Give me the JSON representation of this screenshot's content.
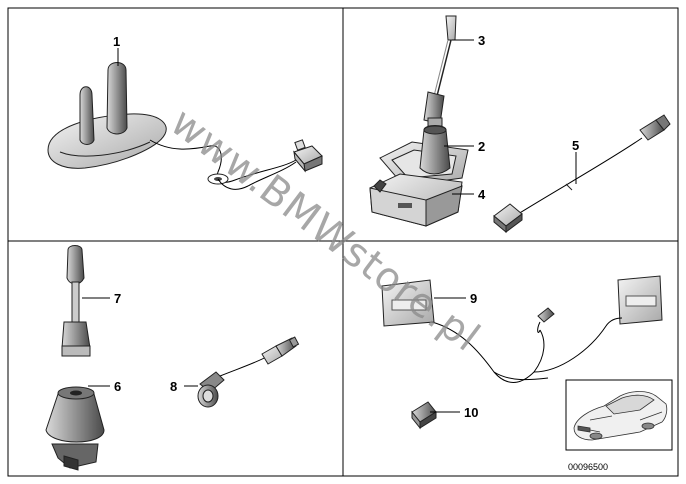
{
  "parts": [
    {
      "id": "part-1",
      "number": "1"
    },
    {
      "id": "part-2",
      "number": "2"
    },
    {
      "id": "part-3",
      "number": "3"
    },
    {
      "id": "part-4",
      "number": "4"
    },
    {
      "id": "part-5",
      "number": "5"
    },
    {
      "id": "part-6",
      "number": "6"
    },
    {
      "id": "part-7",
      "number": "7"
    },
    {
      "id": "part-8",
      "number": "8"
    },
    {
      "id": "part-9",
      "number": "9"
    },
    {
      "id": "part-10",
      "number": "10"
    }
  ],
  "watermark": "www.BMWstore.pl",
  "thumbnail": {
    "part_number": "00096500"
  }
}
